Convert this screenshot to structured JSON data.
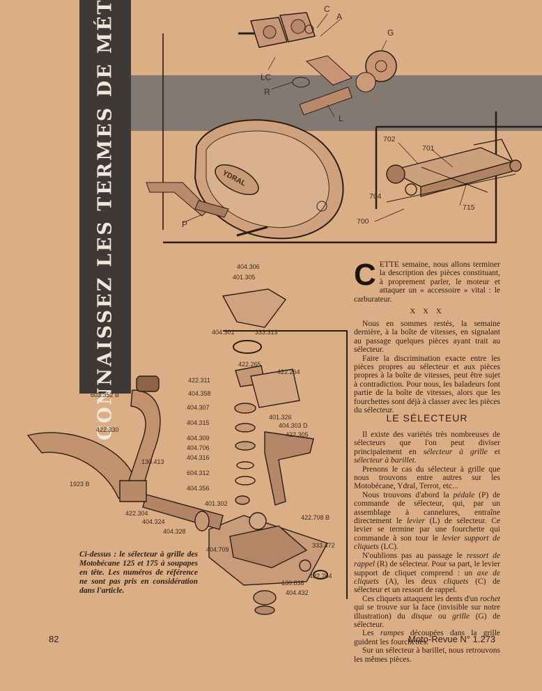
{
  "header": {
    "vertical_title": "CONNAISSEZ LES TERMES DE MÉTIER"
  },
  "figure_top": {
    "letters": [
      "C",
      "A",
      "G",
      "LC",
      "R",
      "L",
      "P"
    ],
    "logo_text": "YDRAL"
  },
  "figure_right": {
    "refs": [
      "702",
      "701",
      "704",
      "715",
      "700"
    ]
  },
  "figure_main": {
    "refs": [
      "404.306",
      "401.305",
      "404.301",
      "333.313",
      "422.265",
      "422.264",
      "422.311",
      "404.358",
      "404.307",
      "404.315",
      "404.309",
      "404.706",
      "404.316",
      "604.312",
      "404.356",
      "401.326",
      "404.303 D",
      "422.305",
      "603.352 B",
      "422.330",
      "130.413",
      "1923 B",
      "422.304",
      "404.324",
      "404.328",
      "401.302",
      "422.708 B",
      "404.709",
      "333.472",
      "422.704",
      "130.838",
      "404.432"
    ]
  },
  "caption": {
    "part1": "Ci-dessus : le sélecteur ",
    "part2": "à grille",
    "part3": " des Motobécane 125 et 175 à soupapes en tête. Les numéros de référence ne sont pas pris en considération dans l'article."
  },
  "article": {
    "dropcap": "C",
    "intro": "ETTE semaine, nous allons terminer la description des pièces constituant, à proprement parler, le moteur et attaquer un « accessoire » vital : le carburateur.",
    "separator": "X X X",
    "p1": "Nous en sommes restés, la semaine dernière, à la boîte de vitesses, en signalant au passage quelques pièces ayant trait au sélecteur.",
    "p2": "Faire la discrimination exacte entre les pièces propres au sélecteur et aux pièces propres à la boîte de vitesses, peut être sujet à contradiction. Pour nous, les baladeurs font partie de la boîte de vitesses, alors que les fourchettes sont déjà à classer avec les pièces du sélecteur.",
    "section_title": "LE SÉLECTEUR",
    "p3a": "Il existe des variétés très nombreuses de sélecteurs que l'on peut diviser principalement en ",
    "p3b": "sélecteur à grille",
    "p3c": " et ",
    "p3d": "sélecteur à barillet.",
    "p4": "Prenons le cas du sélecteur à grille que nous trouvons entre autres sur les Motobécane, Ydral, Terrot, etc...",
    "p5a": "Nous trouvons d'abord la ",
    "p5b": "pédale",
    "p5c": " (P) de commande de sélecteur, qui, par un assemblage à cannelures, entraîne directement le ",
    "p5d": "levier",
    "p5e": " (L) de sélecteur. Ce levier se termine par une fourchette qui commande à son tour le ",
    "p5f": "levier support de cliquets",
    "p5g": " (LC).",
    "p6a": "N'oublions pas au passage le ",
    "p6b": "ressort de rappel",
    "p6c": " (R) de sélecteur. Pour sa part, le levier support de cliquet comprend : un ",
    "p6d": "axe de cliquets",
    "p6e": " (A), les deux ",
    "p6f": "cliquets",
    "p6g": " (C) de sélecteur et un ressort de rappel.",
    "p7a": "Ces cliquets attaquent les dents d'un ",
    "p7b": "rochet",
    "p7c": " qui se trouve sur la face (invisible sur notre illustration) du ",
    "p7d": "disque",
    "p7e": " ou ",
    "p7f": "grille",
    "p7g": " (G) de sélecteur.",
    "p8a": "Les ",
    "p8b": "rampes",
    "p8c": " découpées dans la grille guident les fourchettes.",
    "p9": "Sur un sélecteur à barillet, nous retrouvons les mêmes pièces."
  },
  "footer": {
    "page_number": "82",
    "magazine": "Moto-Revue N° 1.273"
  }
}
